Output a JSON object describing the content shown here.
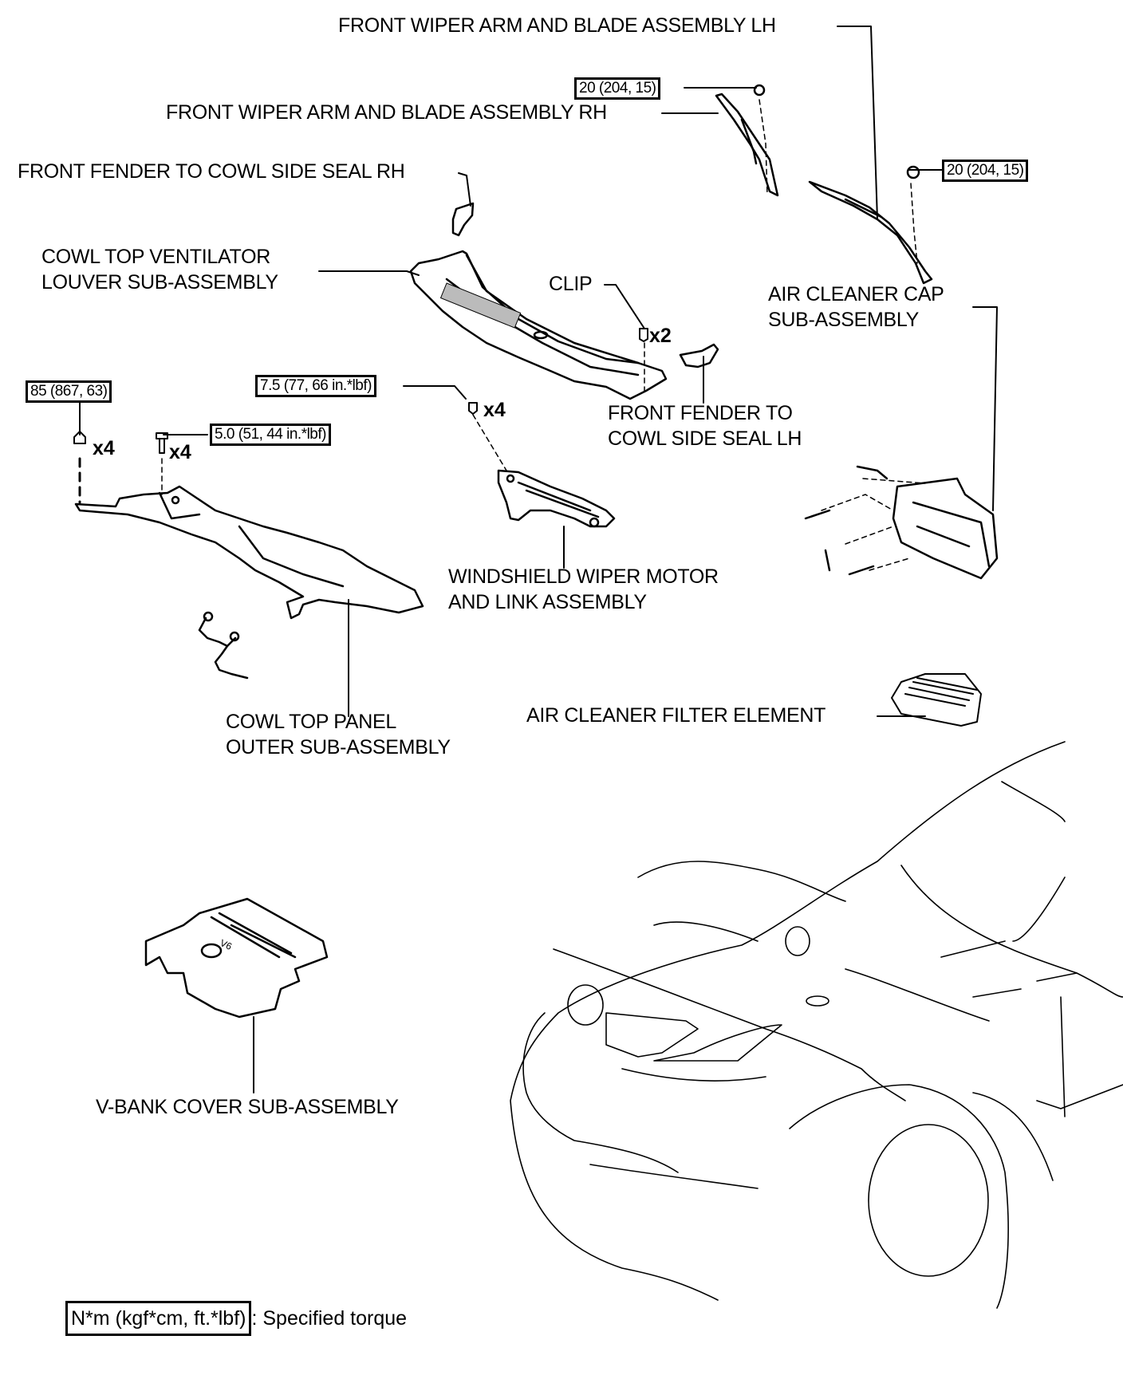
{
  "diagram": {
    "parts": {
      "wiper_lh": "FRONT WIPER ARM AND BLADE ASSEMBLY LH",
      "wiper_rh": "FRONT WIPER ARM AND BLADE ASSEMBLY RH",
      "seal_rh": "FRONT FENDER TO COWL SIDE SEAL RH",
      "louver_line1": "COWL TOP VENTILATOR",
      "louver_line2": "LOUVER SUB-ASSEMBLY",
      "clip": "CLIP",
      "seal_lh_line1": "FRONT FENDER TO",
      "seal_lh_line2": "COWL SIDE SEAL LH",
      "air_cap_line1": "AIR CLEANER CAP",
      "air_cap_line2": "SUB-ASSEMBLY",
      "wiper_motor_line1": "WINDSHIELD WIPER MOTOR",
      "wiper_motor_line2": "AND LINK ASSEMBLY",
      "cowl_panel_line1": "COWL TOP PANEL",
      "cowl_panel_line2": "OUTER SUB-ASSEMBLY",
      "filter": "AIR CLEANER FILTER ELEMENT",
      "vbank": "V-BANK COVER SUB-ASSEMBLY"
    },
    "torques": {
      "wiper_rh_nut": "20 (204, 15)",
      "wiper_lh_nut": "20 (204, 15)",
      "cowl_panel_nut": "85 (867, 63)",
      "cowl_panel_bolt": "5.0 (51, 44 in.*lbf)",
      "wiper_motor_bolt": "7.5 (77, 66 in.*lbf)"
    },
    "quantities": {
      "clip": "x2",
      "wiper_motor_bolt": "x4",
      "cowl_panel_nut": "x4",
      "cowl_panel_bolt": "x4"
    },
    "engine_badge": "V6",
    "legend": {
      "unit": "N*m (kgf*cm, ft.*lbf)",
      "description": ": Specified torque"
    }
  }
}
